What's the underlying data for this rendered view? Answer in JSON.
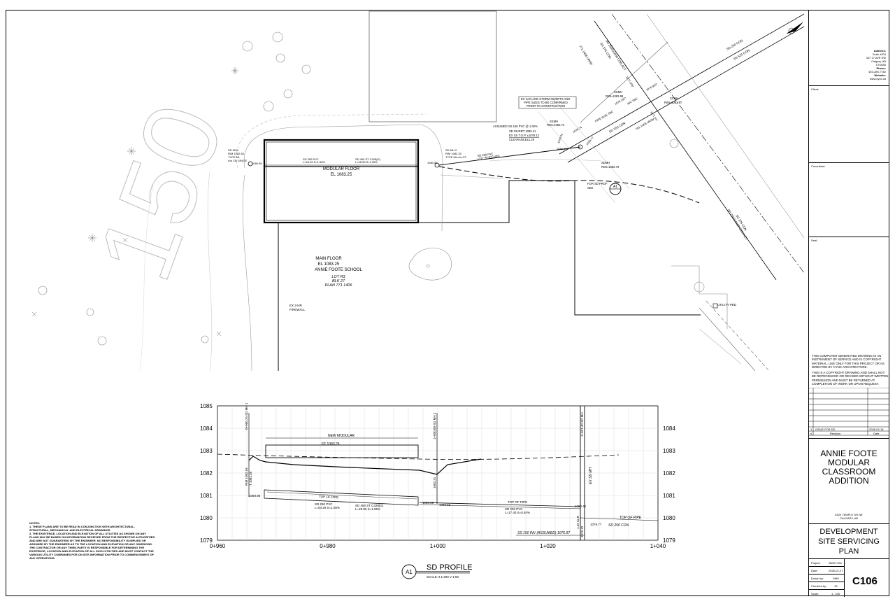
{
  "notes": {
    "heading": "NOTES:",
    "items": [
      "1.   THESE PLANS ARE TO BE READ IN CONJUNCTION WITH ARCHITECTURAL, STRUCTURAL, MECHANICAL AND ELECTRICAL DRAWINGS.",
      "2.   THE EXISTENCE, LOCATION AND ELEVATION OF ALL UTILITIES AS SHOWN ON ANY PLANS MAY BE BASED ON INFORMATION RECEIVED FROM THE RESPECTIVE AUTHORITIES AND ARE NOT GUARANTEED BY THE ENGINEER. NO RESPONSIBILITY IS IMPLIED OR ASSUMED BY THE ENGINEER AS TO THE LOCATION AND ELEVATION OR ANY OMISSIONS. THE CONTRACTOR OR ANY THIRD-PARTY IS RESPONSIBLE FOR DETERMINING THE EXISTENCE, LOCATION AND ELEVATION OF ALL SUCH UTILITIES AND MUST CONTACT THE VARIOUS UTILITY COMPANIES FOR ON SITE INFORMATION PRIOR TO COMMENCEMENT OF ANY OPERATIONS."
    ]
  },
  "plan": {
    "modular_floor": "MODULAR FLOOR",
    "modular_el": "EL 1083.25",
    "main_floor": "MAIN FLOOR",
    "main_el": "EL 1083.25",
    "school": "ANNIE FOOTE SCHOOL",
    "lot": "LOT R3",
    "blk": "BLK 27",
    "plan_no": "PLAN 771 1406",
    "firewall": "EX 2-HR",
    "firewall2": "FIREWALL",
    "big_number": "150",
    "sdmh1": [
      "SD MH1",
      "RIM 1082.54",
      "TYPE 5A",
      "c/w CB GRATE"
    ],
    "sdmh2": [
      "SD MH 2",
      "RIM 1082.33",
      "TYPE 5A c/w GT"
    ],
    "pipe1": [
      "SD 250 PVC",
      "L=54.26 S=1.55%"
    ],
    "pipe2": [
      "SD 450 ST C428(G)",
      "L=28.95 S=1.55%"
    ],
    "pipe3": [
      "SD 250 PVC",
      "L=17.40 S=0.40%"
    ],
    "confirm_note": [
      "EX SAN AND STORM INVERTS AND",
      "PIPE SIZES TO BE CONFIRMED",
      "PRIOR TO CONSTRUCTION"
    ],
    "assumed": [
      "ASSUMED SS 150 PVC @ 1.00%",
      "SD INVERT 1080.41",
      "EX SS T.O.P. ±1078.12",
      "CLEARANCE±1.29"
    ],
    "sdprof": [
      "FOR SD PROF",
      "SEE"
    ],
    "callout_letter": "A1",
    "utility": "UTILITY PED",
    "elev_1080_95": "1080.95",
    "elev_1080_52": "1080.52",
    "elev_1080_41": "1080.41",
    "mh_a": [
      "SSMH",
      "RIM=1082.74"
    ],
    "mh_b": [
      "SSMH",
      "RIM=1082.98"
    ],
    "mh_c": [
      "SSMH",
      "RIM=1082.97"
    ],
    "mh_d": [
      "SDMH",
      "RIM=1082.79"
    ],
    "road_labels": [
      "SD 250 CON",
      "SS 525 CON",
      "SD 2500x1600 CON ACT",
      "SS 375 CON",
      "SD 250 CON",
      "771 1406 UR/W",
      "PIPE SIZE TBC",
      "INV TBC",
      "761 1403 UR/W",
      "SD 2500x1600 CON ACT",
      "SS 375 CON"
    ],
    "inverts": [
      "1079.61",
      "1078.74",
      "1079.77",
      "1078.102*",
      "1076.952*",
      "1077.505*",
      "1077.37*"
    ]
  },
  "profile": {
    "y_left": [
      "1085",
      "1084",
      "1083",
      "1082",
      "1081",
      "1080",
      "1079"
    ],
    "y_right": [
      "1084",
      "1083",
      "1082",
      "1081",
      "1080",
      "1079"
    ],
    "x_ticks": [
      "0+960",
      "0+980",
      "1+000",
      "1+020",
      "1+040"
    ],
    "new_modular": "NEW MODULAR",
    "ff": "FF 1083.25",
    "top_of_pipe": "TOP OF PIPE",
    "top_of_pipe2": "TOP OF PIPE",
    "top_of_pipe3": "TOP OF PIPE",
    "p1": [
      "SD 250 PVC",
      "L=54.26 S=1.55%"
    ],
    "p2": [
      "SD 450 ST C428(G)",
      "L=28.95 S=1.55%"
    ],
    "p3": [
      "SD 250 PVC",
      "L=17.40 S=0.40%"
    ],
    "ex_sd_mh": "EX SD MH",
    "sd_250_con": "SD 250 CON",
    "ss_inv": "SS 150 INV (ASSUMED) 1076.97",
    "clr": "1.29 CLR",
    "v1080_95": "1080.95",
    "v1080_58": "1080.58",
    "v1080_52": "1080.52",
    "v1080_41": "1080.41",
    "v1079_77": "1079.77",
    "sta1": "0+960.74 SD MH 1",
    "sta2": "1+000.00 SD MH 2",
    "sta3": "1+027.40 SD MH",
    "rim1": [
      "RIM 1082.54",
      "T 1081.35"
    ],
    "rim2": [
      "1082.31"
    ],
    "rim3": [
      "1079.79"
    ],
    "title": "SD PROFILE",
    "scale": "SCALE H 1:200 V 1:50",
    "callout": "A1"
  },
  "title_block": {
    "address_label": "Address:",
    "address": [
      "Suite #204",
      "337 17 AVE SW",
      "Calgary, AB",
      "T2S0A5"
    ],
    "phone_label": "Phone:",
    "phone": "403-289-7782",
    "website_label": "Website:",
    "website": "www.cync.ca",
    "client": "Client:",
    "consultant": "Consultant:",
    "seal": "Seal:",
    "copyright1": "THIS COMPUTER GENERATED DRAWING IS AN INSTRUMENT OF SERVICE AND IS COPYRIGHT MATERIAL. USE ONLY FOR THIS PROJECT OR AS DIRECTED BY CYNC ARCHITECTURE.",
    "copyright2": "THIS IS A COPYRIGHT DRAWING AND SHALL NOT BE REPRODUCED OR REVISED WITHOUT WRITTEN PERMISSION AND MUST BE RETURNED AT COMPLETION OF WORK OR UPON REQUEST.",
    "rev_no": "1",
    "rev_desc": "ISSUE FOR DD",
    "rev_date": "2026-02-18",
    "rev_hdr_no": "#",
    "rev_hdr_desc": "Revision",
    "rev_hdr_date": "Date",
    "project_title": [
      "ANNIE FOOTE",
      "MODULAR",
      "CLASSROOM",
      "ADDITION"
    ],
    "project_addr": [
      "6320 TEMPLE DR NE",
      "CALGARY, AB"
    ],
    "drawing_title": [
      "DEVELOPMENT",
      "SITE SERVICING",
      "PLAN"
    ],
    "info": [
      {
        "label": "Project:",
        "value": "28097-001"
      },
      {
        "label": "Date:",
        "value": "2026-01-27"
      },
      {
        "label": "Drawn by:",
        "value": "DMU"
      },
      {
        "label": "Checked by:",
        "value": "JD"
      },
      {
        "label": "Scale:",
        "value": "1 : 200"
      }
    ],
    "sheet_no": "C106"
  }
}
